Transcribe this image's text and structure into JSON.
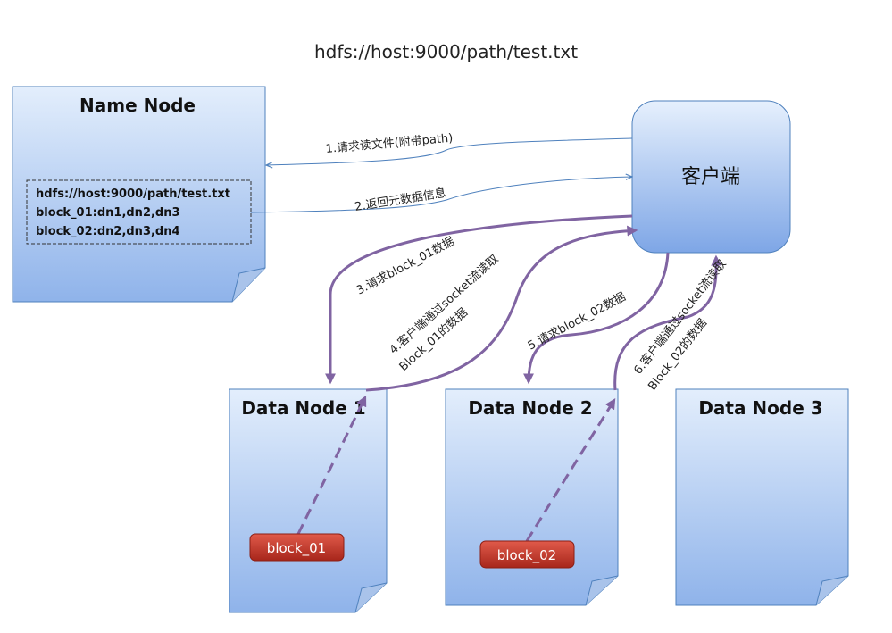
{
  "title": "hdfs://host:9000/path/test.txt",
  "name_node": {
    "label": "Name Node",
    "metadata": [
      "hdfs://host:9000/path/test.txt",
      "block_01:dn1,dn2,dn3",
      "block_02:dn2,dn3,dn4"
    ]
  },
  "client": {
    "label": "客户端"
  },
  "data_nodes": [
    {
      "label": "Data Node 1",
      "block": "block_01"
    },
    {
      "label": "Data Node 2",
      "block": "block_02"
    },
    {
      "label": "Data Node 3"
    }
  ],
  "edges": {
    "e1": "1.请求读文件(附带path)",
    "e2": "2.返回元数据信息",
    "e3": "3.请求block_01数据",
    "e4_line1": "4.客户端通过socket流读取",
    "e4_line2": "Block_01的数据",
    "e5": "5.请求block_02数据",
    "e6_line1": "6.客户端通过socket流读取",
    "e6_line2": "Block_02的数据"
  },
  "colors": {
    "node_fill_top": "#dce9fb",
    "node_fill_bottom": "#8fb3ea",
    "node_border": "#4f81bd",
    "thin_arrow": "#4f81bd",
    "thick_arrow": "#8064a2",
    "block_fill": "#c0392b"
  }
}
